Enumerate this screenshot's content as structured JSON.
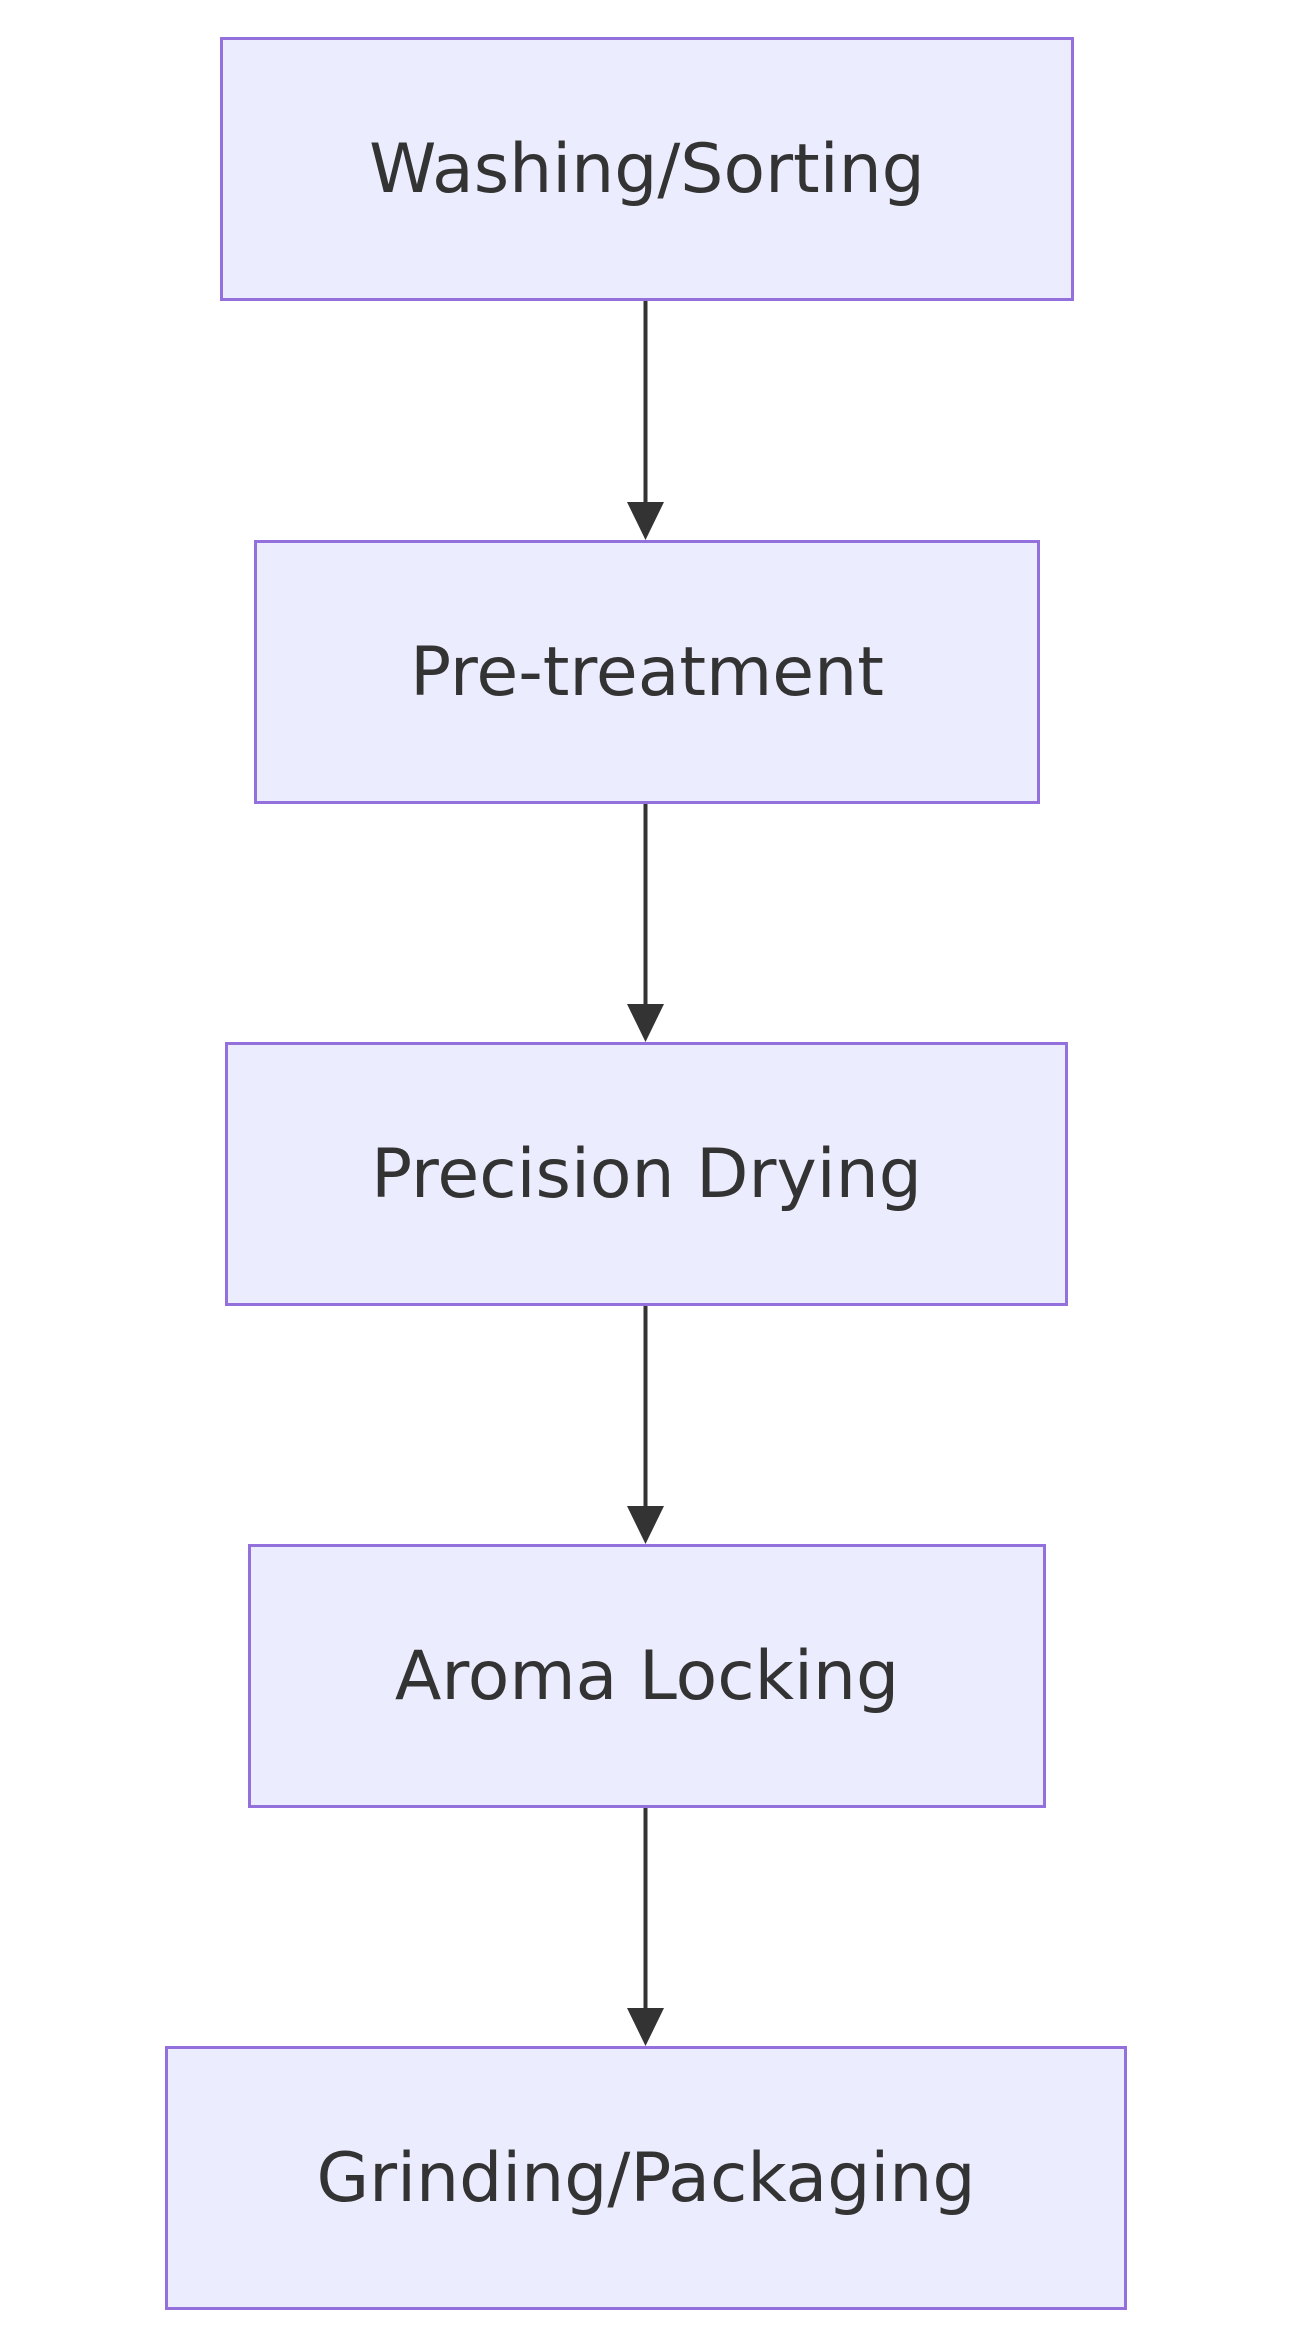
{
  "diagram": {
    "type": "flowchart",
    "direction": "top-to-bottom",
    "colors": {
      "node_fill": "#ECECFF",
      "node_border": "#9370DB",
      "text": "#333333",
      "edge": "#333333",
      "background": "#FFFFFF"
    },
    "nodes": [
      {
        "id": "n1",
        "label": "Washing/Sorting"
      },
      {
        "id": "n2",
        "label": "Pre-treatment"
      },
      {
        "id": "n3",
        "label": "Precision Drying"
      },
      {
        "id": "n4",
        "label": "Aroma Locking"
      },
      {
        "id": "n5",
        "label": "Grinding/Packaging"
      }
    ],
    "edges": [
      {
        "from": "n1",
        "to": "n2"
      },
      {
        "from": "n2",
        "to": "n3"
      },
      {
        "from": "n3",
        "to": "n4"
      },
      {
        "from": "n4",
        "to": "n5"
      }
    ]
  }
}
